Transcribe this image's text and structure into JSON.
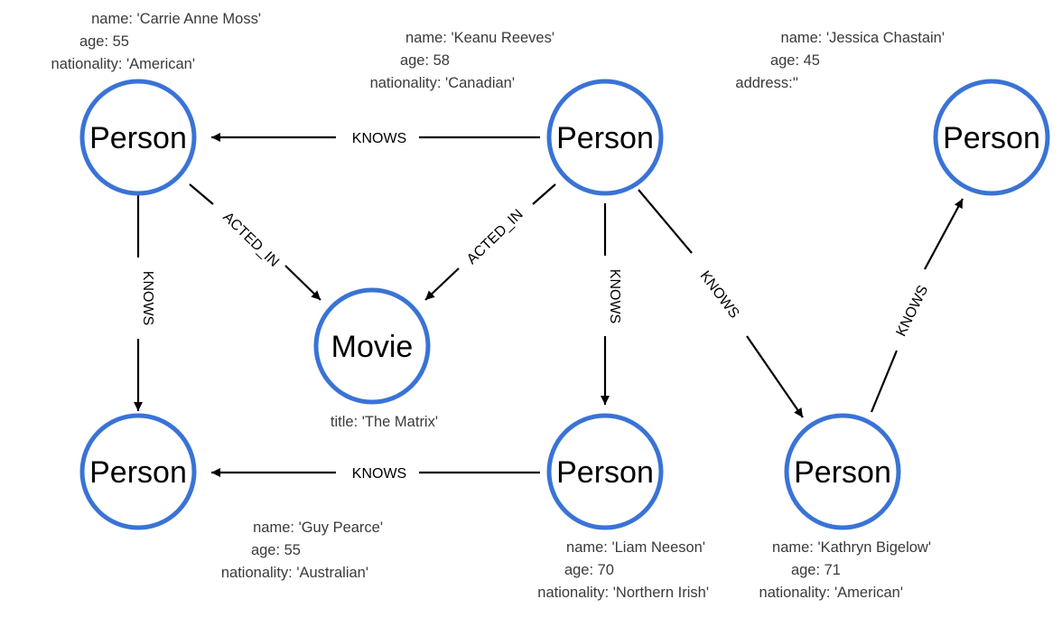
{
  "colors": {
    "node_stroke": "#3a73d6",
    "edge": "#000000",
    "property_text": "#3a3a3a"
  },
  "nodes": {
    "carrie": {
      "label": "Person",
      "props": [
        "name: 'Carrie Anne Moss'",
        "age: 55",
        "nationality: 'American'"
      ]
    },
    "keanu": {
      "label": "Person",
      "props": [
        "name: 'Keanu Reeves'",
        "age: 58",
        "nationality: 'Canadian'"
      ]
    },
    "jessica": {
      "label": "Person",
      "props": [
        "name: 'Jessica Chastain'",
        "age: 45",
        "address:''"
      ]
    },
    "movie": {
      "label": "Movie",
      "props": [
        "title: 'The Matrix'"
      ]
    },
    "guy": {
      "label": "Person",
      "props": [
        "name: 'Guy Pearce'",
        "age: 55",
        "nationality: 'Australian'"
      ]
    },
    "liam": {
      "label": "Person",
      "props": [
        "name: 'Liam Neeson'",
        "age: 70",
        "nationality: 'Northern Irish'"
      ]
    },
    "kathryn": {
      "label": "Person",
      "props": [
        "name: 'Kathryn Bigelow'",
        "age: 71",
        "nationality: 'American'"
      ]
    }
  },
  "edges": [
    {
      "from": "keanu",
      "to": "carrie",
      "label": "KNOWS"
    },
    {
      "from": "carrie",
      "to": "guy",
      "label": "KNOWS"
    },
    {
      "from": "carrie",
      "to": "movie",
      "label": "ACTED_IN"
    },
    {
      "from": "keanu",
      "to": "movie",
      "label": "ACTED_IN"
    },
    {
      "from": "keanu",
      "to": "liam",
      "label": "KNOWS"
    },
    {
      "from": "keanu",
      "to": "kathryn",
      "label": "KNOWS"
    },
    {
      "from": "liam",
      "to": "guy",
      "label": "KNOWS"
    },
    {
      "from": "kathryn",
      "to": "jessica",
      "label": "KNOWS"
    }
  ]
}
